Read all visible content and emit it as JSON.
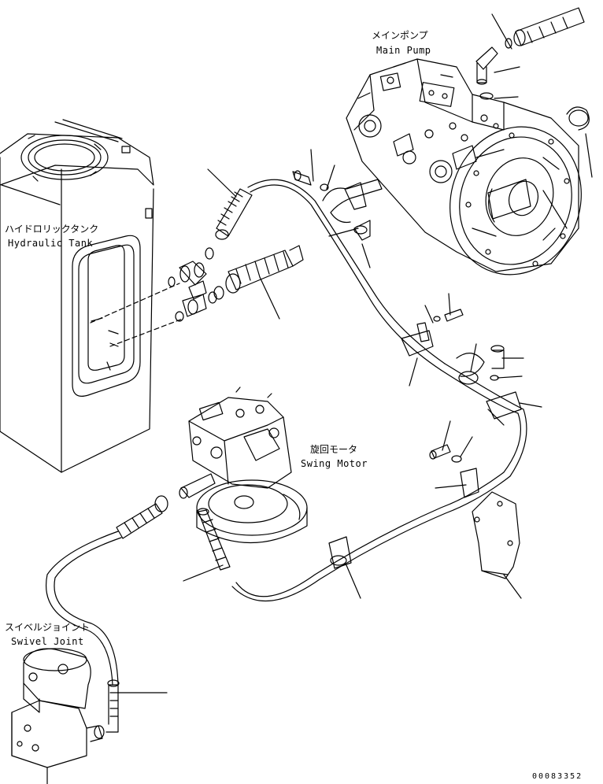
{
  "labels": {
    "main_pump_jp": "メインポンプ",
    "main_pump_en": "Main Pump",
    "hydraulic_tank_jp": "ハイドロリックタンク",
    "hydraulic_tank_en": "Hydraulic Tank",
    "swing_motor_jp": "旋回モータ",
    "swing_motor_en": "Swing Motor",
    "swivel_joint_jp": "スイベルジョイント",
    "swivel_joint_en": "Swivel Joint"
  },
  "drawing_code": "00083352"
}
